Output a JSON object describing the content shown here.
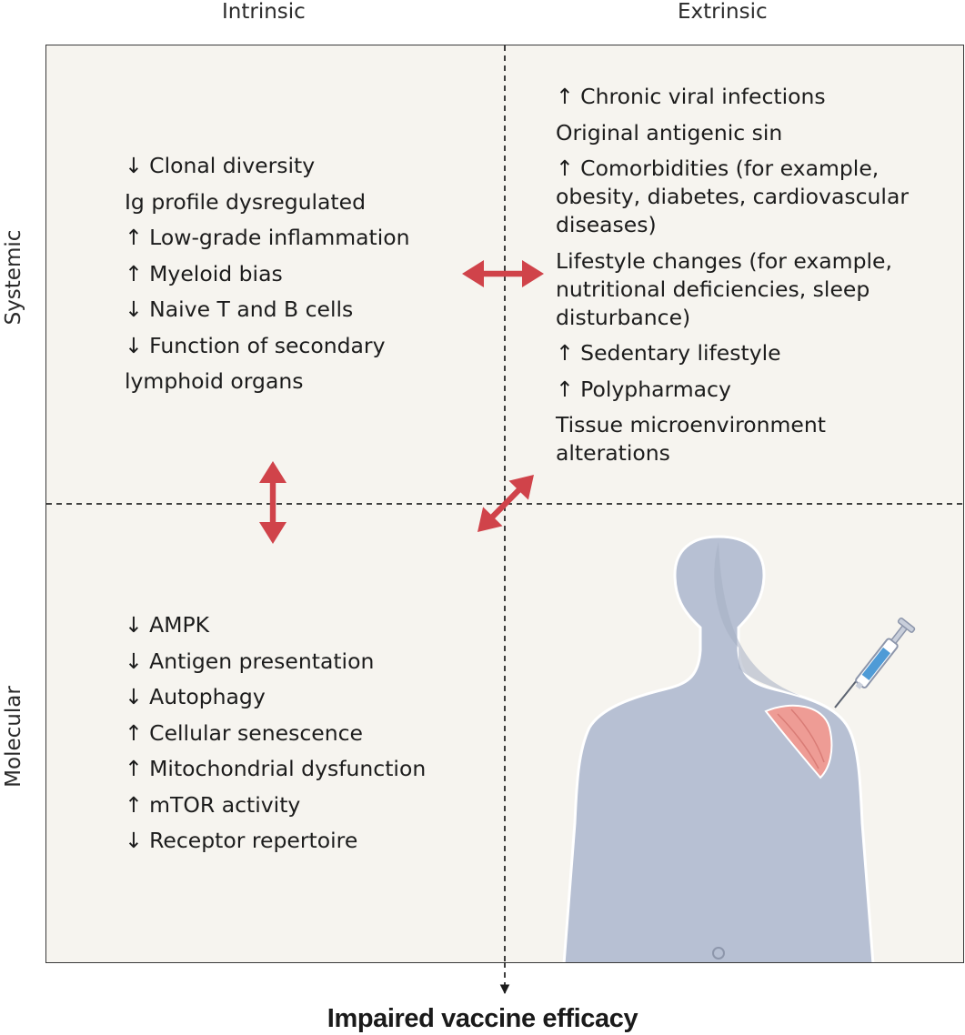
{
  "columns": {
    "intrinsic": "Intrinsic",
    "extrinsic": "Extrinsic"
  },
  "rows": {
    "systemic": "Systemic",
    "molecular": "Molecular"
  },
  "quadrants": {
    "intrinsic_systemic": [
      "↓ Clonal diversity",
      "Ig profile dysregulated",
      "↑ Low-grade inflammation",
      "↑ Myeloid bias",
      "↓ Naive T and B cells",
      "↓ Function of secondary",
      "lymphoid organs"
    ],
    "extrinsic_systemic": [
      "↑ Chronic viral infections",
      "Original antigenic sin",
      "↑ Comorbidities (for example,\nobesity, diabetes, cardiovascular\ndiseases)",
      "Lifestyle changes (for example,\nnutritional deficiencies, sleep\ndisturbance)",
      "↑ Sedentary lifestyle",
      "↑ Polypharmacy",
      "Tissue microenvironment\nalterations"
    ],
    "intrinsic_molecular": [
      "↓ AMPK",
      "↓ Antigen presentation",
      "↓ Autophagy",
      "↑ Cellular senescence",
      "↑ Mitochondrial dysfunction",
      "↑ mTOR activity",
      "↓ Receptor repertoire"
    ]
  },
  "outcome": "Impaired vaccine efficacy",
  "colors": {
    "arrow": "#d0434a",
    "panel": "#f6f4ef",
    "body": "#b7c0d3",
    "muscle": "#ee9c95",
    "syringe": "#4f9bd6"
  },
  "icons": [
    "bidirectional-arrow-icon",
    "human-figure-icon",
    "syringe-icon",
    "deltoid-muscle-icon"
  ]
}
